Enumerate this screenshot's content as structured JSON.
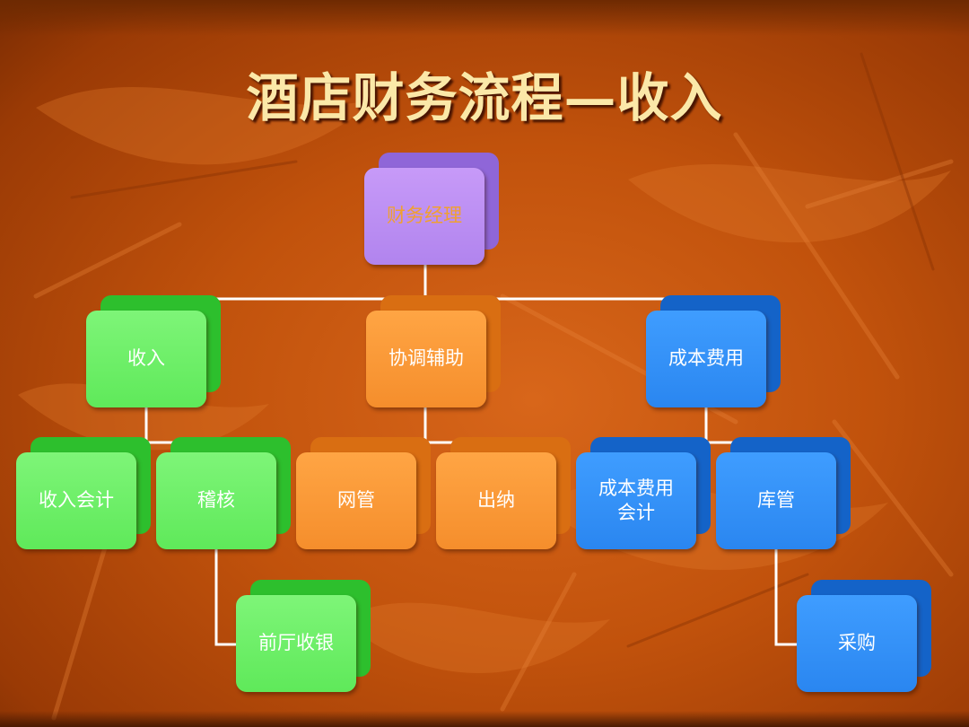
{
  "slide": {
    "title": "酒店财务流程—收入"
  },
  "colors": {
    "background": "#c1520c",
    "title": "#fbe8a8",
    "connector": "#ffffff",
    "manager_box": "#b184ee",
    "manager_text": "#f0a030",
    "revenue_branch": "#5fe95a",
    "coordination_branch": "#f58e2c",
    "cost_branch": "#2a86f0"
  },
  "org_chart": {
    "root": "财务经理",
    "level2": [
      "收入",
      "协调辅助",
      "成本费用"
    ],
    "revenue_children": [
      "收入会计",
      "稽核"
    ],
    "audit_child": "前厅收银",
    "coordination_children": [
      "网管",
      "出纳"
    ],
    "cost_children": [
      "成本费用会计",
      "库管"
    ],
    "storage_child": "采购"
  }
}
